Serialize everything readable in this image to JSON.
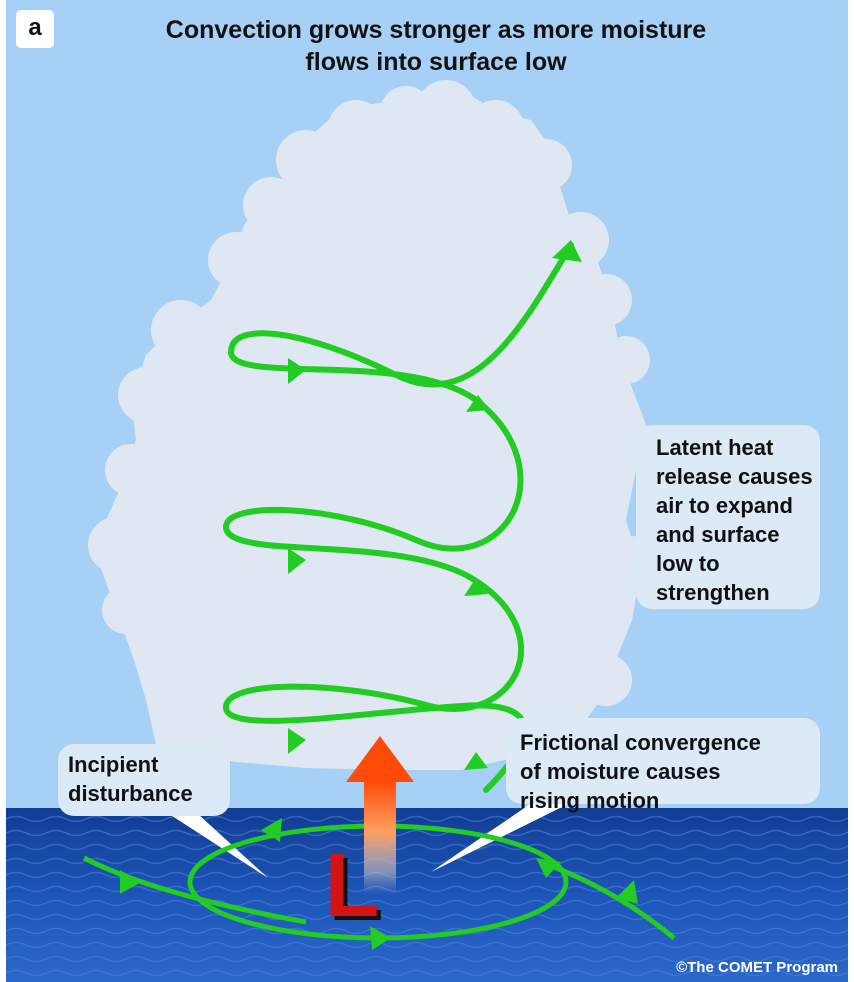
{
  "panel_label": "a",
  "title": "Convection grows stronger as more moisture\nflows into surface low",
  "callouts": {
    "latent_heat": "Latent heat\nrelease causes\nair to expand\nand surface\nlow to\nstrengthen",
    "frictional": "Frictional convergence\nof moisture causes\nrising motion",
    "incipient": "Incipient\ndisturbance"
  },
  "low_symbol": "L",
  "credit": "©The COMET Program",
  "colors": {
    "sky": "#a6d0f5",
    "cloud": "#dfe8f2",
    "ocean": "#1d52b3",
    "flow_arrows": "#22cc22",
    "low_symbol": "#d41414",
    "rising_arrow": "#ff5a10"
  }
}
